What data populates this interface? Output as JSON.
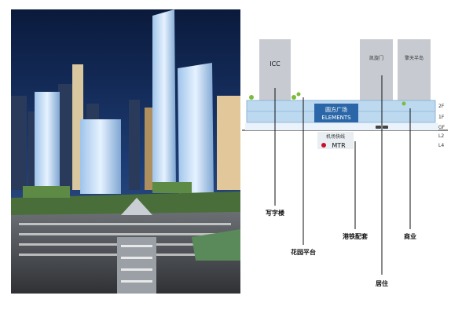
{
  "diagram": {
    "buildings": {
      "icc": "ICC",
      "residence_tower": "凯旋门",
      "hotel_tower": "擎天半岛"
    },
    "podium": {
      "name_cn": "圆方广场",
      "name_en": "ELEMENTS"
    },
    "station": {
      "line_name": "机场快线",
      "mtr": "MTR"
    },
    "floors": [
      "2F",
      "1F",
      "GF",
      "L2",
      "L4"
    ],
    "callouts": {
      "office": "写字楼",
      "garden": "花园平台",
      "rail": "港铁配套",
      "commercial": "商业",
      "residential": "居住"
    },
    "colors": {
      "tower": "#c7cbd1",
      "podium": "#bcd9f0",
      "podium_border": "#8fb6d6",
      "station": "#e9eef2",
      "line": "#111111"
    }
  }
}
